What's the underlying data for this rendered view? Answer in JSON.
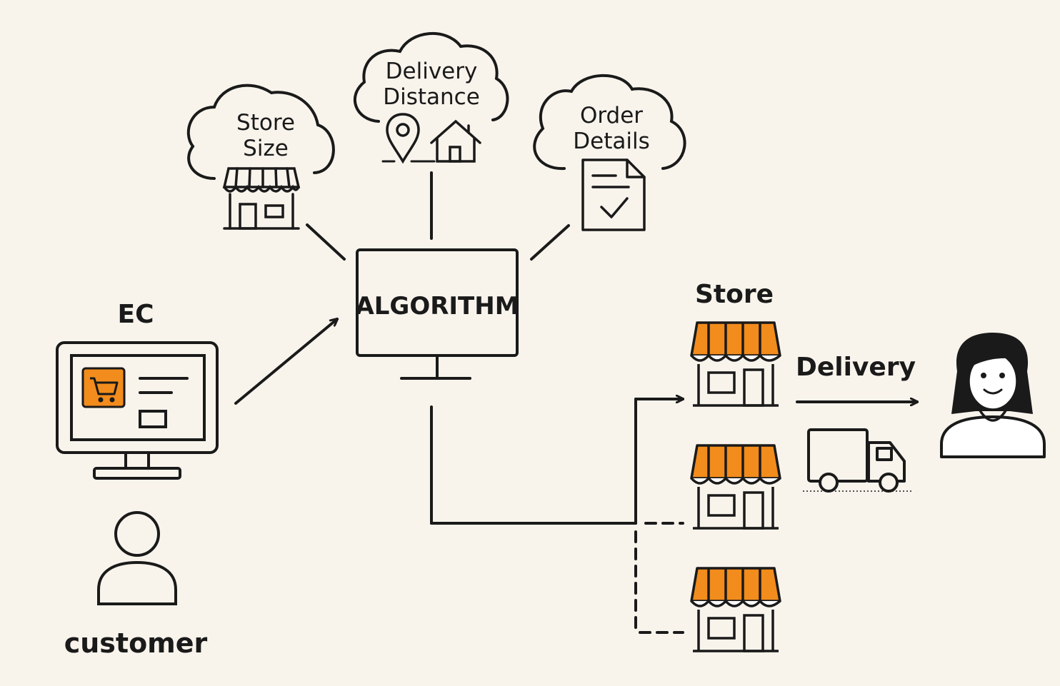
{
  "clouds": {
    "store_size": {
      "line1": "Store",
      "line2": "Size"
    },
    "delivery_distance": {
      "line1": "Delivery",
      "line2": "Distance"
    },
    "order_details": {
      "line1": "Order",
      "line2": "Details"
    }
  },
  "algorithm": {
    "label": "ALGORITHM"
  },
  "ec": {
    "label": "EC"
  },
  "customer": {
    "label": "customer"
  },
  "store": {
    "label": "Store"
  },
  "delivery": {
    "label": "Delivery"
  },
  "colors": {
    "accent": "#f28c1c",
    "ink": "#1a1a1a",
    "background": "#f8f4ec"
  }
}
